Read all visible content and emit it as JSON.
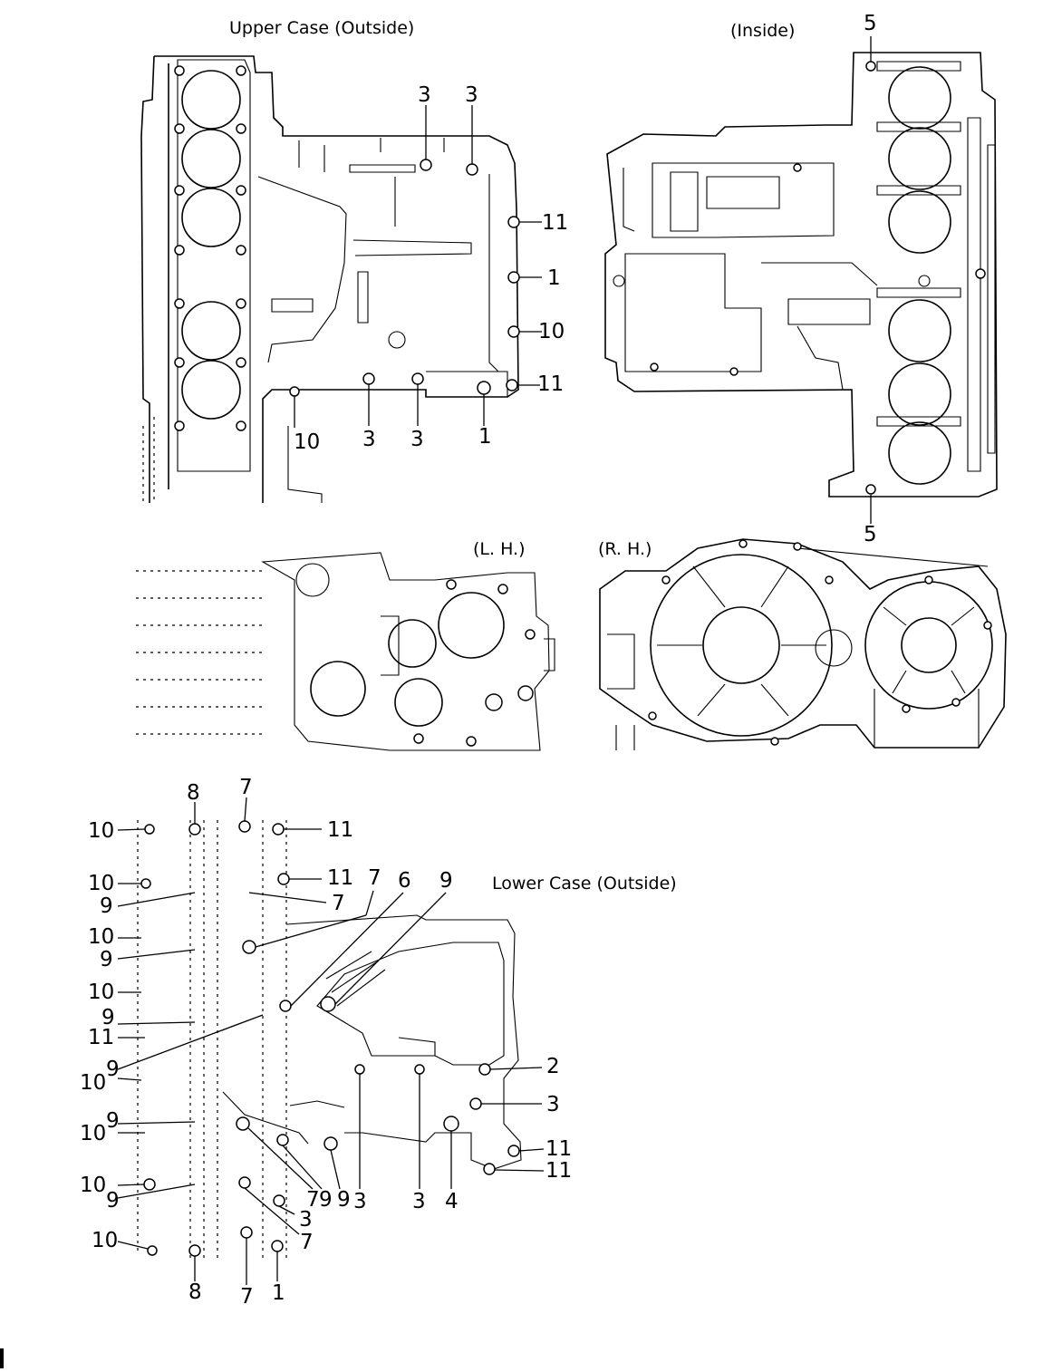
{
  "titles": {
    "upper_outside": "Upper Case (Outside)",
    "inside": "(Inside)",
    "lh": "(L. H.)",
    "rh": "(R. H.)",
    "lower_outside": "Lower Case (Outside)"
  },
  "callouts": {
    "u1": "3",
    "u2": "3",
    "u3": "11",
    "u4": "1",
    "u5": "10",
    "u6": "11",
    "u7": "1",
    "u8": "3",
    "u9": "3",
    "u10": "10",
    "i1": "5",
    "i2": "5",
    "l1": "8",
    "l2": "7",
    "l3": "11",
    "l4": "10",
    "l5": "11",
    "l6": "10",
    "l7": "7",
    "l8": "7",
    "l9": "6",
    "l10": "9",
    "l11": "9",
    "l12": "10",
    "l13": "9",
    "l14": "10",
    "l15": "9",
    "l16": "11",
    "l17": "9",
    "l18": "10",
    "l19": "9",
    "l20": "10",
    "l21": "2",
    "l22": "3",
    "l23": "11",
    "l24": "11",
    "l25": "10",
    "l26": "9",
    "l27": "7",
    "l28": "9",
    "l29": "9",
    "l30": "3",
    "l31": "3",
    "l32": "4",
    "l33": "3",
    "l34": "7",
    "l35": "10",
    "l36": "8",
    "l37": "7",
    "l38": "1"
  }
}
